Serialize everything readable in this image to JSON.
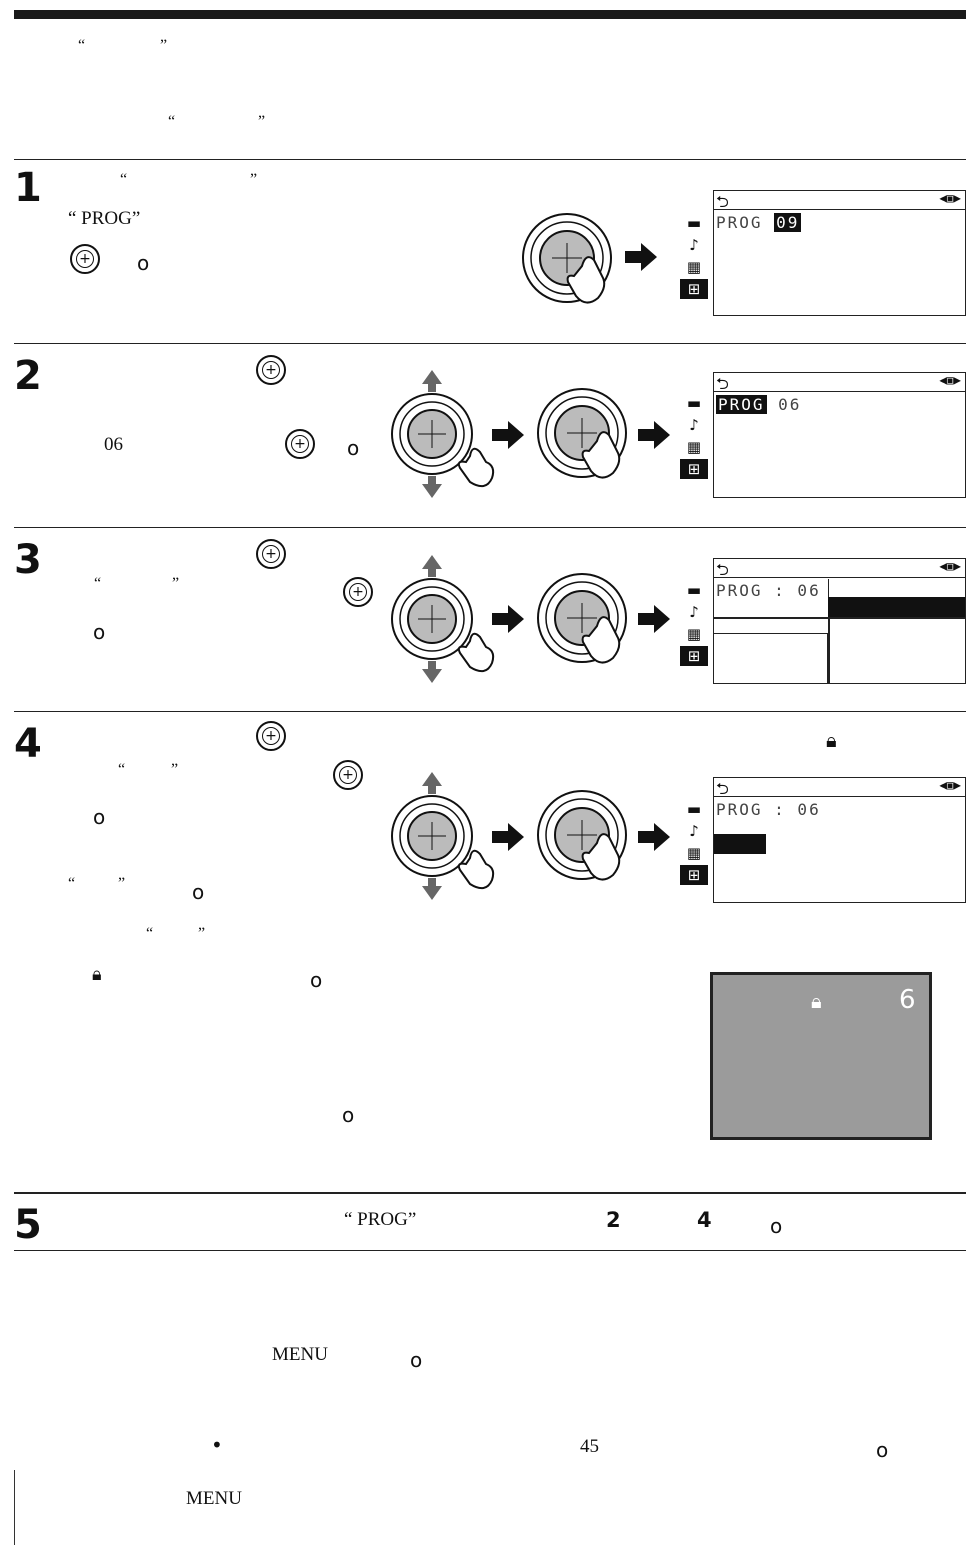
{
  "header": {
    "quote_open": "“",
    "quote_close": "”"
  },
  "steps": [
    {
      "number": "1",
      "prog_text": "“ PROG”",
      "dot": "o",
      "lcd": {
        "prog": "PROG",
        "value": "09"
      }
    },
    {
      "number": "2",
      "value_text": "06",
      "dot": "o",
      "lcd": {
        "prog": "PROG",
        "value": "06"
      }
    },
    {
      "number": "3",
      "dot": "o",
      "lcd": {
        "prog": "PROG : 06"
      }
    },
    {
      "number": "4",
      "dot1": "o",
      "dot2": "o",
      "dot3": "o",
      "lcd": {
        "prog": "PROG : 06"
      }
    },
    {
      "number": "5",
      "prog_text": "“ PROG”",
      "ref_a": "2",
      "ref_b": "4",
      "dot": "o"
    }
  ],
  "tv_screen": {
    "channel": "6"
  },
  "footer": {
    "menu1": "MENU",
    "dot1": "o",
    "bullet": "•",
    "minutes": "45",
    "dot2": "o",
    "menu2": "MENU"
  },
  "icons": {
    "enter": "enter-button-icon",
    "lock": "lock-icon",
    "arrow": "right-arrow-icon",
    "joystick": "joystick-control-icon",
    "finger": "pointing-finger-icon",
    "back": "return-arrow-icon",
    "tape": "cassette-icon",
    "music": "music-note-icon",
    "film": "film-icon",
    "toolbox": "setup-toolbox-icon"
  },
  "colors": {
    "text": "#111111",
    "tv_bg": "#9b9b9b",
    "lcd_border": "#222222"
  }
}
